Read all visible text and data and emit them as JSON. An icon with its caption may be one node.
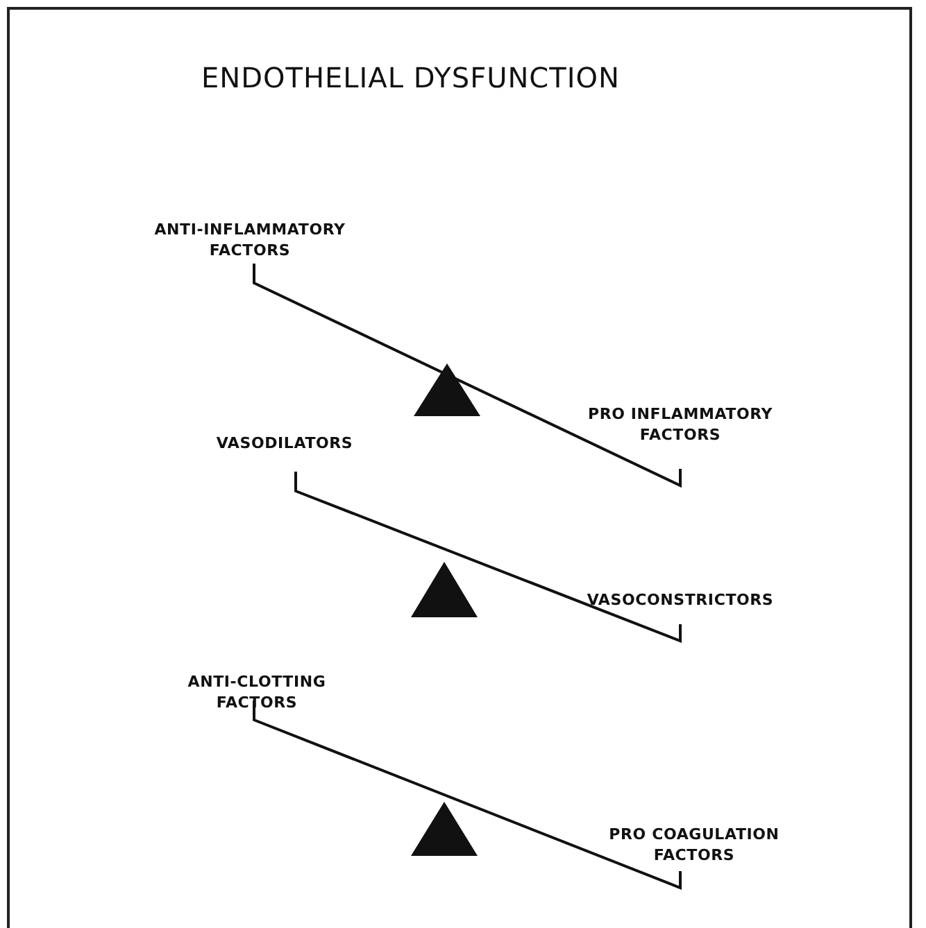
{
  "diagram": {
    "title": "ENDOTHELIAL DYSFUNCTION",
    "labels": [
      "ANTI-INFLAMMATORY FACTORS",
      "PRO INFLAMMATORY FACTORS",
      "VASODILATORS",
      "VASOCONSTRICTORS",
      "ANTI-CLOTTING FACTORS",
      "PRO COAGULATION FACTORS"
    ]
  }
}
